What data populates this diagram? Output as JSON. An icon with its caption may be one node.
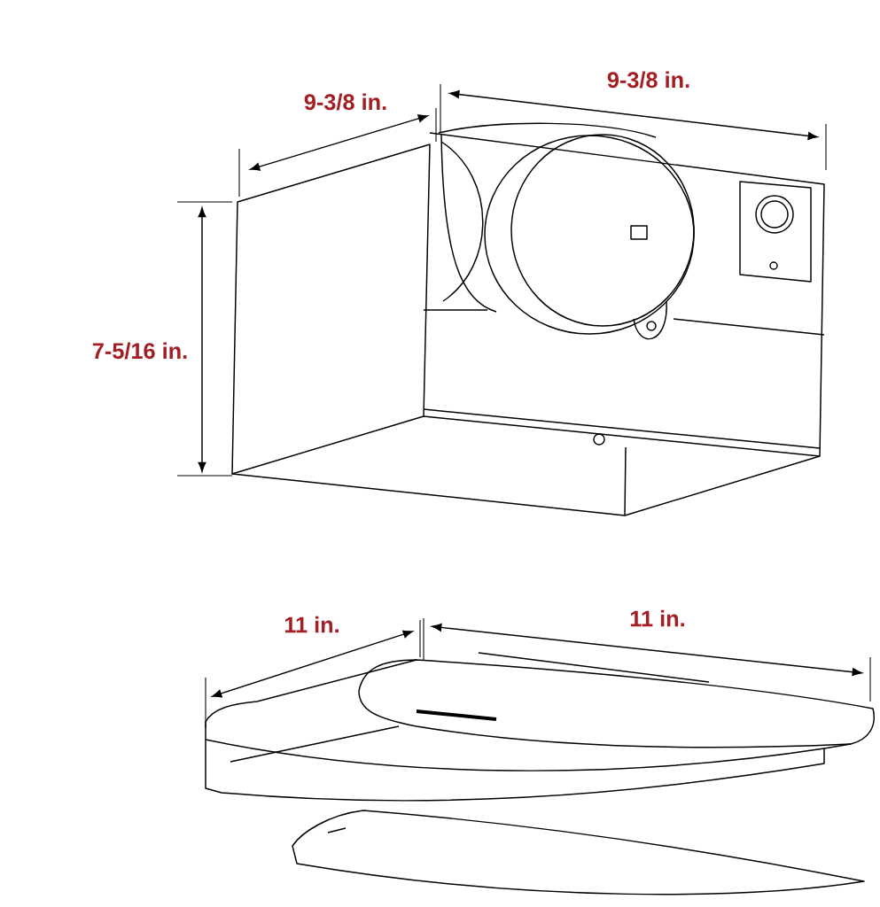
{
  "diagram": {
    "labels": [
      "9-3/8 in.",
      "9-3/8 in.",
      "7-5/16 in.",
      "11 in.",
      "11 in."
    ]
  }
}
